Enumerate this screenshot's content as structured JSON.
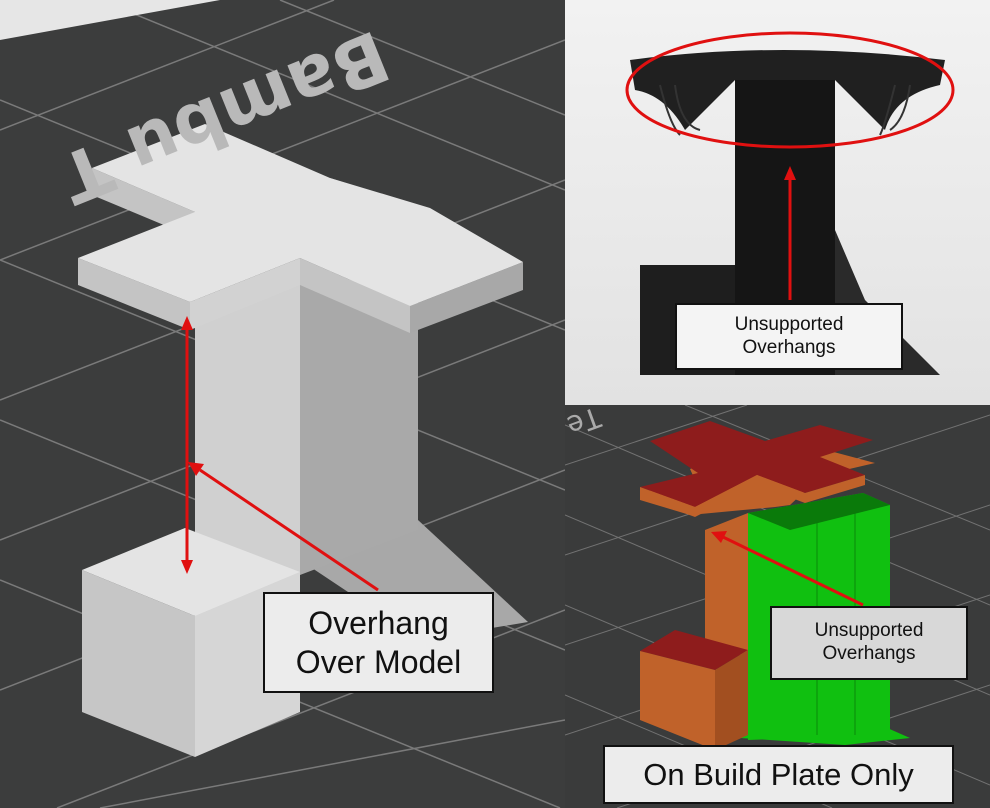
{
  "left_panel": {
    "plate_logo": "Bambu T",
    "label_line1": "Overhang",
    "label_line2": "Over Model",
    "model_color": "#dcdcdc",
    "arrow_color": "#e01010"
  },
  "photo_panel": {
    "label_line1": "Unsupported",
    "label_line2": "Overhangs",
    "highlight_color": "#e01010"
  },
  "slicer_panel": {
    "plate_logo": "Te",
    "label_line1": "Unsupported",
    "label_line2": "Overhangs",
    "caption": "On Build Plate Only",
    "top_surface_color": "#8e1c1c",
    "wall_color": "#c0622a",
    "support_color": "#10c010"
  }
}
